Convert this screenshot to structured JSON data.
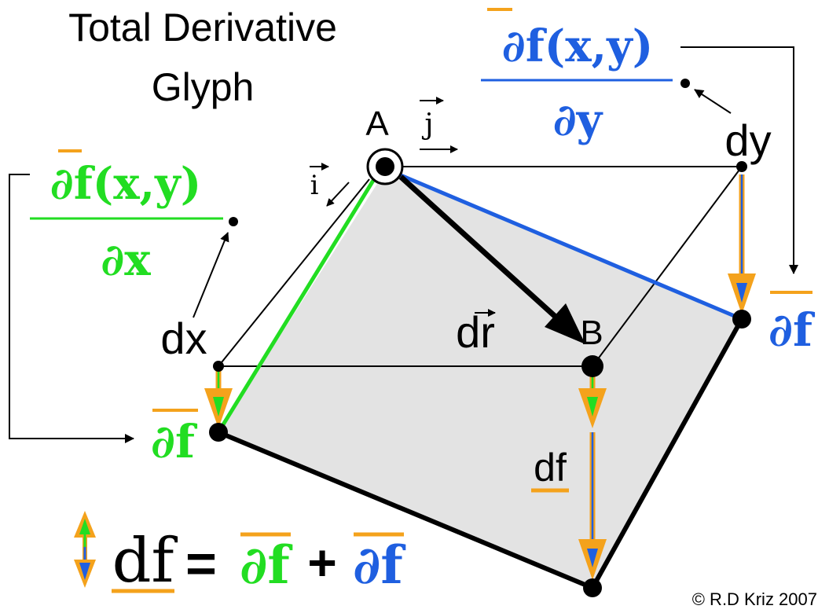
{
  "title": {
    "line1": "Total Derivative",
    "line2": "Glyph"
  },
  "points": {
    "a": "A",
    "b": "B"
  },
  "unit_vectors": {
    "i": "i",
    "j": "j"
  },
  "labels": {
    "dx": "dx",
    "dy": "dy",
    "dr": "dr",
    "df": "df"
  },
  "partial_x": {
    "numerator": "∂f(x,y)",
    "denominator": "∂x"
  },
  "partial_y": {
    "numerator": "∂f(x,y)",
    "denominator": "∂y"
  },
  "partial_f_green": "∂f",
  "partial_f_blue": "∂f",
  "equation": {
    "lhs": "df",
    "eq": "=",
    "term1": "∂f",
    "plus": "+",
    "term2": "∂f"
  },
  "copyright": "© R.D Kriz 2007",
  "colors": {
    "green": "#22dd22",
    "blue": "#1f5fe0",
    "orange": "#f4a21c",
    "surface": "#e3e3e3",
    "black": "#000000"
  }
}
